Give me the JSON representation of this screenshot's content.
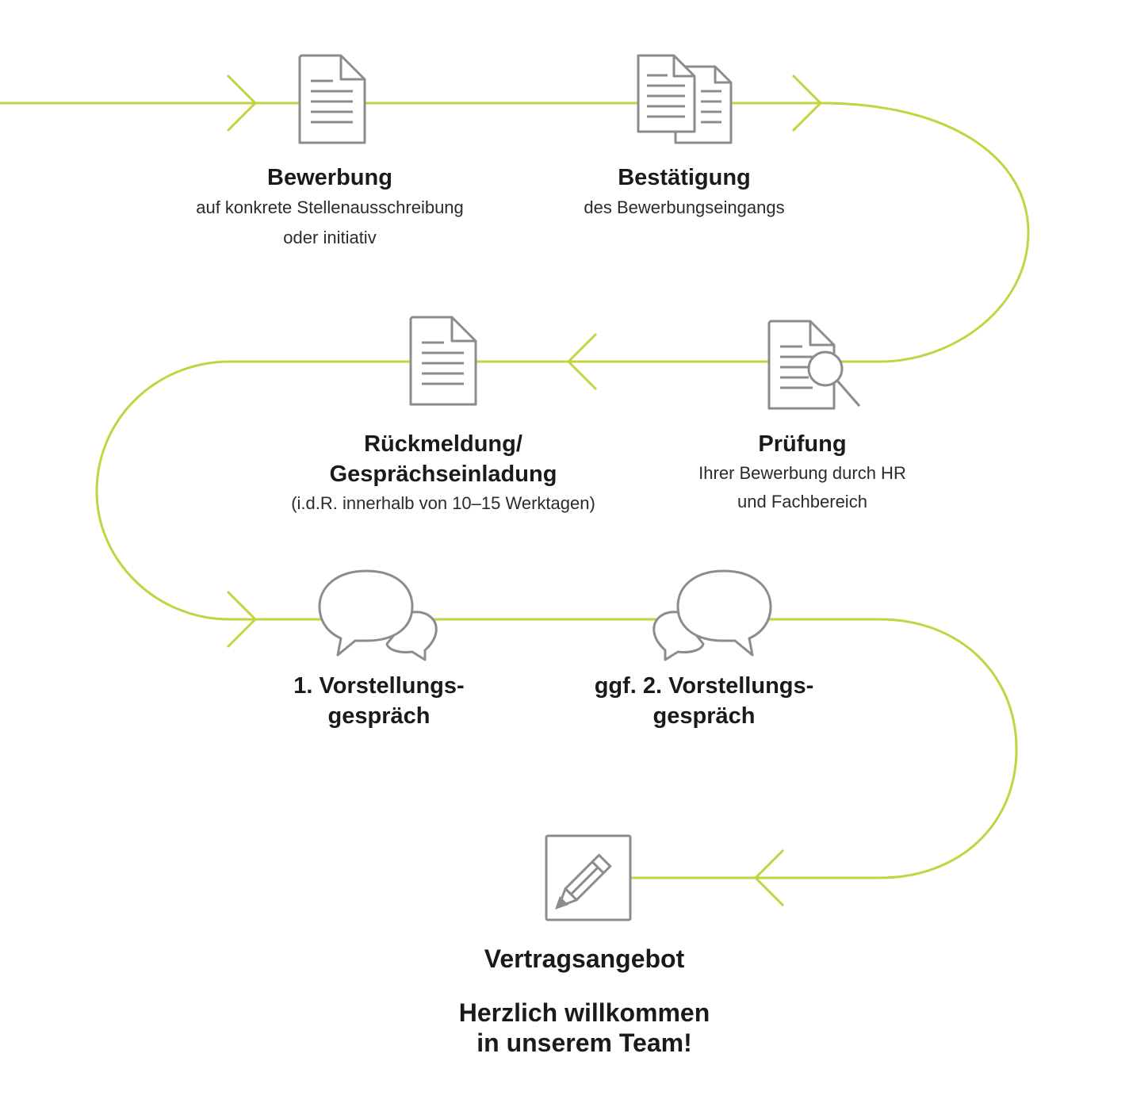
{
  "colors": {
    "path": "#c3d440",
    "icon": "#8c8c8c",
    "text": "#1a1a1a"
  },
  "steps": [
    {
      "icon": "document-icon",
      "title": "Bewerbung",
      "subtitle": [
        "auf konkrete Stellenausschreibung",
        "oder initiativ"
      ]
    },
    {
      "icon": "documents-icon",
      "title": "Bestätigung",
      "subtitle": [
        "des Bewerbungseingangs"
      ]
    },
    {
      "icon": "document-search-icon",
      "title": "Prüfung",
      "subtitle": [
        "Ihrer Bewerbung durch HR",
        "und Fachbereich"
      ]
    },
    {
      "icon": "document-icon",
      "title": [
        "Rückmeldung/",
        "Gesprächseinladung"
      ],
      "subtitle": [
        "(i.d.R. innerhalb von 10–15 Werktagen)"
      ]
    },
    {
      "icon": "chat-bubbles-icon",
      "title": [
        "1. Vorstellungs-",
        "gespräch"
      ]
    },
    {
      "icon": "chat-bubbles-icon",
      "title": [
        "ggf. 2. Vorstellungs-",
        "gespräch"
      ]
    },
    {
      "icon": "pencil-icon",
      "title": "Vertragsangebot"
    }
  ],
  "closing": [
    "Herzlich willkommen",
    "in unserem Team!"
  ]
}
